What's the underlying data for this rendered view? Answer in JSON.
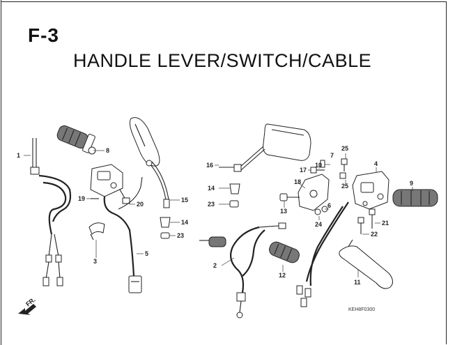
{
  "header": {
    "section_code": "F-3",
    "section_title": "HANDLE LEVER/SWITCH/CABLE"
  },
  "callouts": [
    "1",
    "2",
    "3",
    "4",
    "5",
    "6",
    "7",
    "8",
    "9",
    "10",
    "11",
    "12",
    "13",
    "14",
    "14",
    "15",
    "16",
    "17",
    "18",
    "19",
    "20",
    "21",
    "22",
    "23",
    "23",
    "24",
    "25",
    "25"
  ],
  "orientation": {
    "label": "FR."
  },
  "catalog_code": "KEH8F0300"
}
